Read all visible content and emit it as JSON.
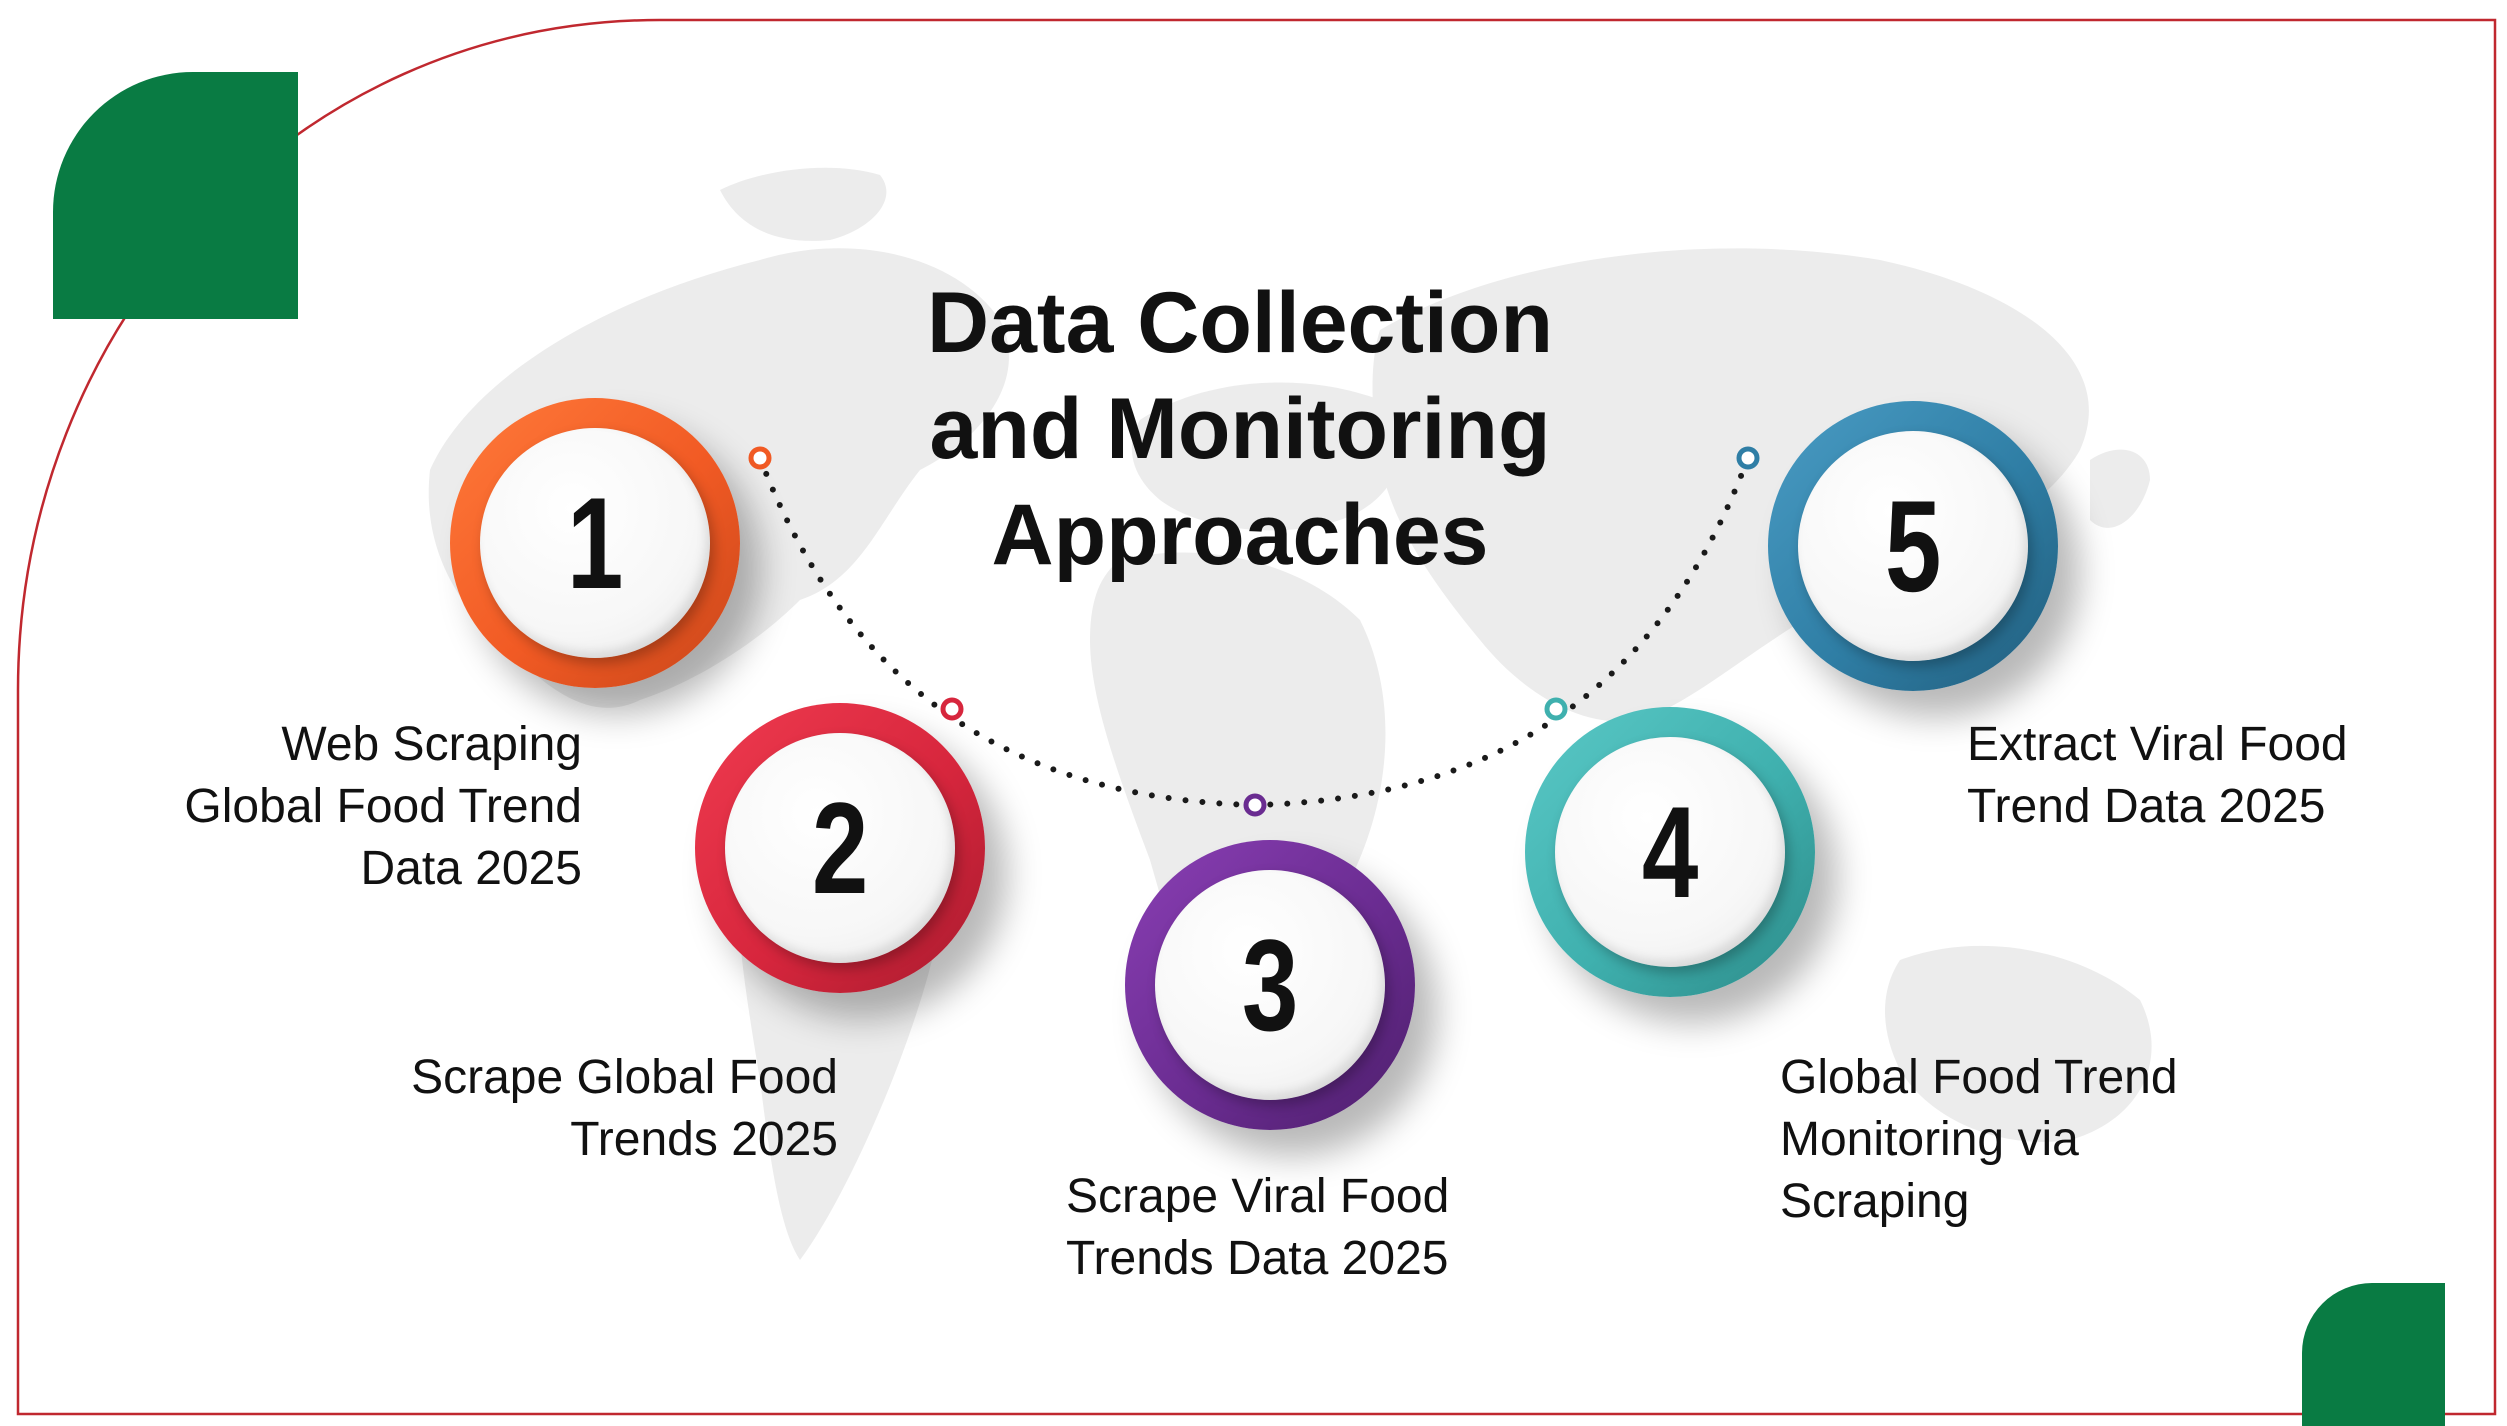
{
  "title": "Data Collection\nand Monitoring\nApproaches",
  "colors": {
    "brand_green": "#097b43",
    "border_red": "#c0282f",
    "map_gray": "#e9e9e9",
    "step1": "#f15a24",
    "step2": "#d7263d",
    "step3": "#6a2c91",
    "step4": "#3fb0ae",
    "step5": "#2f7ea5"
  },
  "steps": [
    {
      "number": "1",
      "label": "Web Scraping\nGlobal Food Trend\nData 2025"
    },
    {
      "number": "2",
      "label": "Scrape Global Food\nTrends 2025"
    },
    {
      "number": "3",
      "label": "Scrape Viral Food\nTrends Data 2025"
    },
    {
      "number": "4",
      "label": "Global Food Trend\nMonitoring via\nScraping"
    },
    {
      "number": "5",
      "label": "Extract Viral Food\nTrend Data 2025"
    }
  ]
}
